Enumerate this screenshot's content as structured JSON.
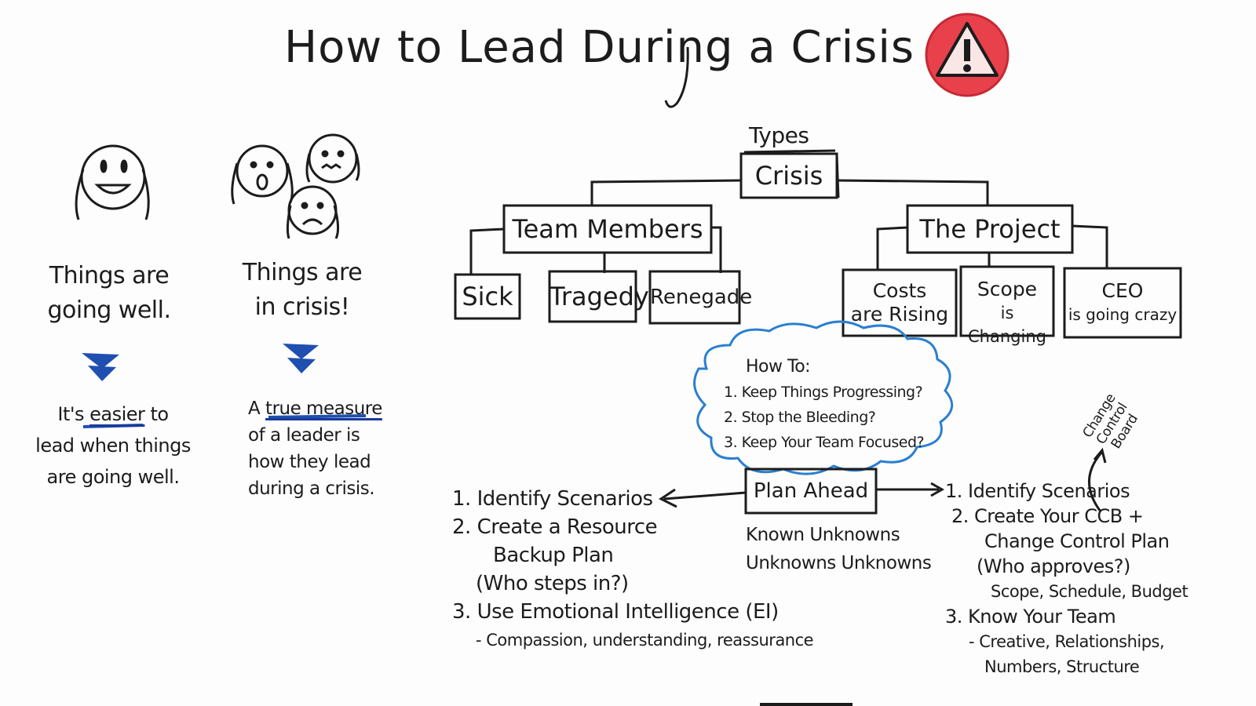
{
  "title": "How to Lead During a Crisis",
  "title_icon": "warning-icon",
  "colors": {
    "ink": "#1c1c1c",
    "alert_red": "#e8414b",
    "marker_blue": "#1f4fb0",
    "cloud_blue": "#2a7fd0"
  },
  "left_panel": {
    "good": {
      "caption_line1": "Things are",
      "caption_line2": "going well.",
      "note_prefix": "It's ",
      "note_underlined": "easier",
      "note_suffix": " to",
      "note_line2": "lead when things",
      "note_line3": "are going well."
    },
    "crisis": {
      "caption_line1": "Things are",
      "caption_line2": "in crisis!",
      "note_prefix": "A ",
      "note_underlined": "true measure",
      "note_line2": "of a leader is",
      "note_line3": "how they lead",
      "note_line4": "during a crisis."
    }
  },
  "tree": {
    "root_label_top": "Types",
    "root": "Crisis",
    "branches": [
      {
        "label": "Team Members",
        "children": [
          "Sick",
          "Tragedy",
          "Renegade"
        ]
      },
      {
        "label": "The Project",
        "children": [
          {
            "line1": "Costs",
            "line2": "are Rising"
          },
          {
            "line1": "Scope",
            "line2": "is Changing"
          },
          {
            "line1": "CEO",
            "line2": "is going crazy"
          }
        ]
      }
    ]
  },
  "cloud": {
    "heading": "How To:",
    "items": [
      "1. Keep Things Progressing?",
      "2. Stop the Bleeding?",
      "3. Keep Your Team Focused?"
    ]
  },
  "plan": {
    "center": "Plan Ahead",
    "sub1": "Known Unknowns",
    "sub2": "Unknowns Unknowns",
    "left_list": [
      "1. Identify Scenarios",
      "2. Create a Resource",
      "Backup Plan",
      "(Who steps in?)",
      "3. Use Emotional Intelligence (EI)",
      "- Compassion, understanding, reassurance"
    ],
    "right_list": [
      "1. Identify Scenarios",
      "2. Create Your CCB +",
      "Change Control Plan",
      "(Who approves?)",
      "Scope, Schedule, Budget",
      "3. Know Your Team",
      "- Creative, Relationships,",
      "Numbers, Structure"
    ],
    "ccb_note_line1": "Change",
    "ccb_note_line2": "Control",
    "ccb_note_line3": "Board"
  }
}
